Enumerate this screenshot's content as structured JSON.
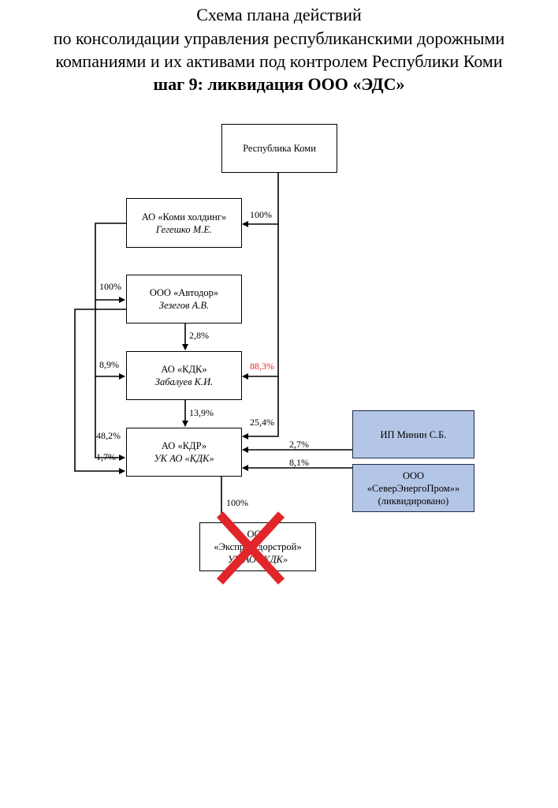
{
  "header": {
    "line1": "Схема плана действий",
    "line2": "по консолидации управления республиканскими дорожными",
    "line3": "компаниями и их активами под контролем Республики Коми",
    "line4": "шаг 9: ликвидация ООО «ЭДС»"
  },
  "nodes": {
    "republic": {
      "name": "Республика Коми"
    },
    "komi_holding": {
      "name": "АО «Коми холдинг»",
      "person": "Гегешко М.Е."
    },
    "avtodor": {
      "name": "ООО «Автодор»",
      "person": "Зезегов А.В."
    },
    "kdk": {
      "name": "АО «КДК»",
      "person": "Забалуев К.И."
    },
    "kdr": {
      "name": "АО «КДР»",
      "person": "УК АО «КДК»"
    },
    "eds": {
      "line1": "ООО",
      "line2": "«Экспрессдорстрой»",
      "line3": "УК АО «КДК»",
      "status": "crossed-out"
    },
    "minin": {
      "name": "ИП Минин С.Б."
    },
    "severenergoprom": {
      "line1": "ООО",
      "line2": "«СеверЭнергоПром»»",
      "line3": "(ликвидировано)"
    }
  },
  "edges": {
    "republic_to_holding": "100%",
    "holding_to_avtodor": "100%",
    "avtodor_to_kdk": "2,8%",
    "holding_to_kdk": "8,9%",
    "republic_to_kdk": "88,3%",
    "kdk_to_kdr": "13,9%",
    "republic_to_kdr": "25,4%",
    "holding_to_kdr": "48,2%",
    "avtodor_to_kdr": "1,7%",
    "minin_to_kdr": "2,7%",
    "severenergoprom_to_kdr": "8,1%",
    "kdr_to_eds": "100%"
  },
  "colors": {
    "highlight_percent": "#e0262b",
    "external_box_fill": "#b4c6e7",
    "cross_mark": "#e0262b"
  }
}
